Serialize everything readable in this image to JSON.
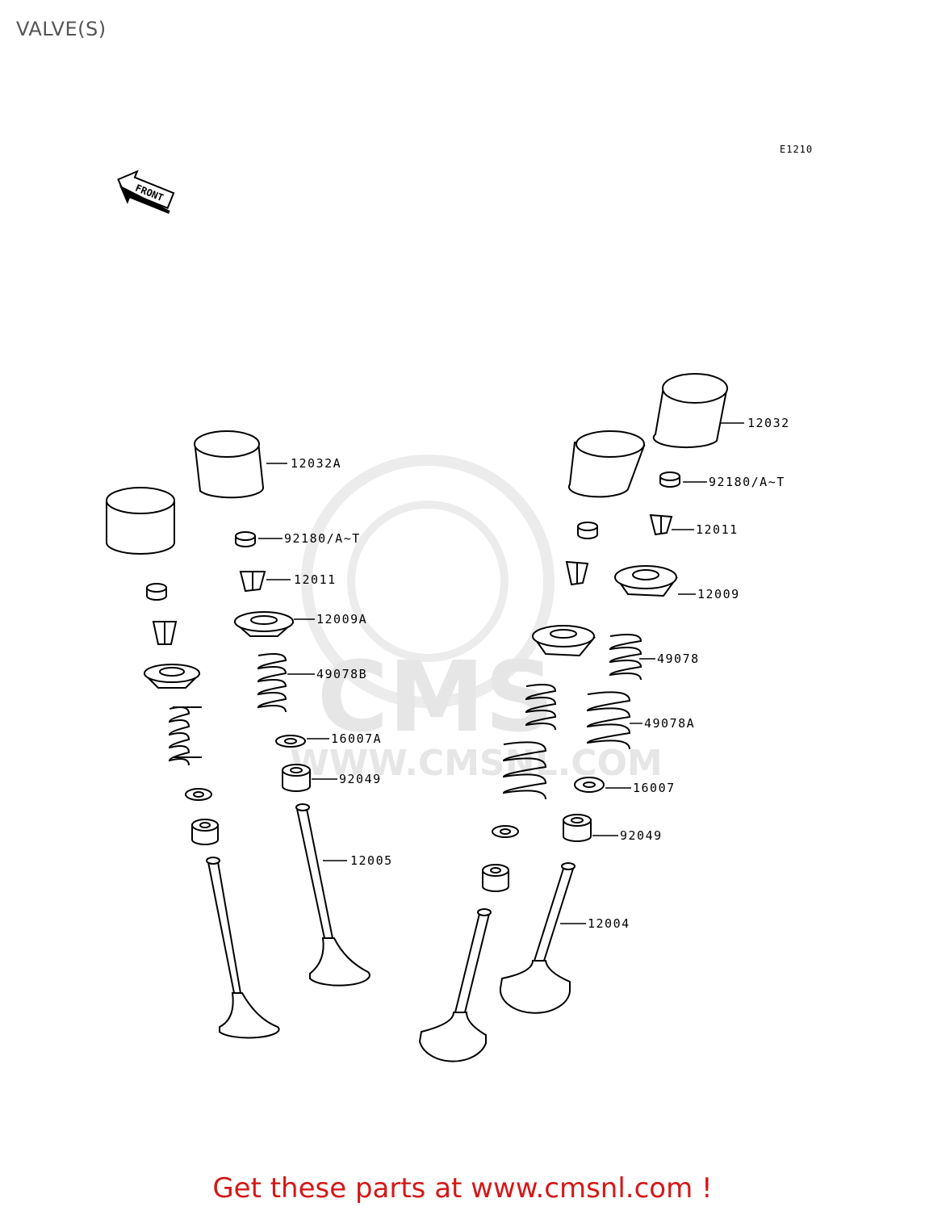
{
  "page_title": "VALVE(S)",
  "diagram_code": "E1210",
  "front_label": "FRONT",
  "watermark": {
    "brand": "CMS",
    "url": "WWW.CMSNL.COM"
  },
  "footer_text": "Get these parts at www.cmsnl.com !",
  "labels": {
    "p12032": "12032",
    "p12032A": "12032A",
    "p92180_right": "92180/A~T",
    "p92180_left": "92180/A~T",
    "p12011_right": "12011",
    "p12011_left": "12011",
    "p12009": "12009",
    "p12009A": "12009A",
    "p49078": "49078",
    "p49078A": "49078A",
    "p49078B": "49078B",
    "p16007": "16007",
    "p16007A": "16007A",
    "p92049_right": "92049",
    "p92049_left": "92049",
    "p12005": "12005",
    "p12004": "12004"
  }
}
